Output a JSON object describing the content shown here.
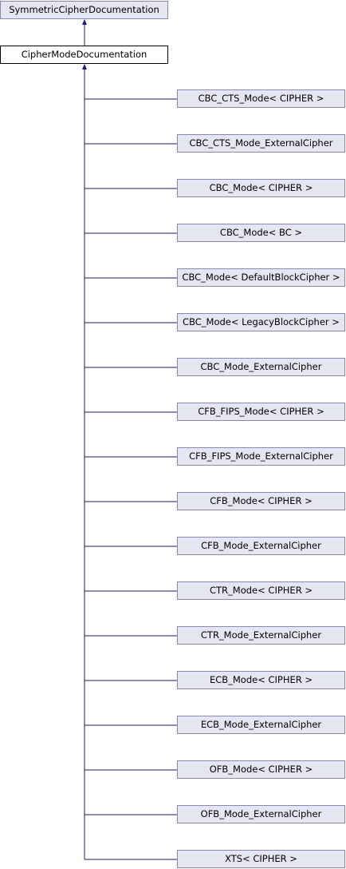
{
  "nodes": {
    "base": "SymmetricCipherDocumentation",
    "current": "CipherModeDocumentation",
    "derived": [
      "CBC_CTS_Mode< CIPHER >",
      "CBC_CTS_Mode_ExternalCipher",
      "CBC_Mode< CIPHER >",
      "CBC_Mode< BC >",
      "CBC_Mode< DefaultBlockCipher >",
      "CBC_Mode< LegacyBlockCipher >",
      "CBC_Mode_ExternalCipher",
      "CFB_FIPS_Mode< CIPHER >",
      "CFB_FIPS_Mode_ExternalCipher",
      "CFB_Mode< CIPHER >",
      "CFB_Mode_ExternalCipher",
      "CTR_Mode< CIPHER >",
      "CTR_Mode_ExternalCipher",
      "ECB_Mode< CIPHER >",
      "ECB_Mode_ExternalCipher",
      "OFB_Mode< CIPHER >",
      "OFB_Mode_ExternalCipher",
      "XTS< CIPHER >"
    ]
  },
  "colors": {
    "edge": "#1a1a7a",
    "node_fill": "#e4e7f2",
    "node_border": "#8a8aa8",
    "current_fill": "#ffffff",
    "current_border": "#000000"
  }
}
